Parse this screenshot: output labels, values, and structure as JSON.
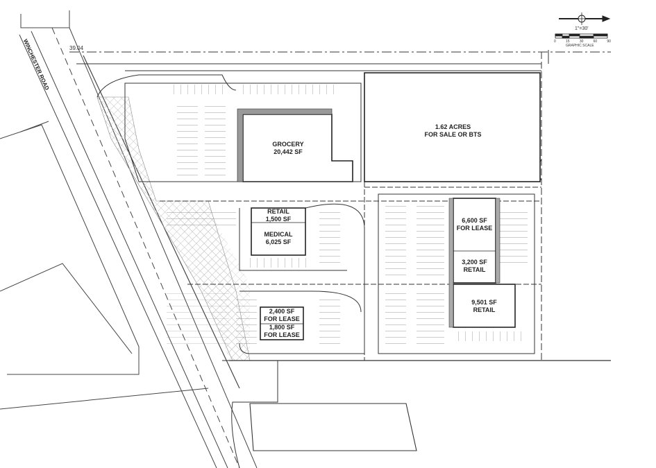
{
  "road_name": "WINCHESTER ROAD",
  "elevation_note": "39.04",
  "north_arrow": {
    "icon": "north-arrow-icon"
  },
  "scale": {
    "ratio": "1\"=30'",
    "ticks": [
      "0",
      "15",
      "30",
      "60",
      "90"
    ],
    "caption": "GRAPHIC SCALE"
  },
  "buildings": [
    {
      "id": "grocery",
      "lines": [
        "GROCERY",
        "20,442 SF"
      ]
    },
    {
      "id": "parcel",
      "lines": [
        "1.62 ACRES",
        "FOR SALE OR BTS"
      ]
    },
    {
      "id": "retail-1500",
      "lines": [
        "RETAIL",
        "1,500 SF"
      ]
    },
    {
      "id": "medical",
      "lines": [
        "MEDICAL",
        "6,025 SF"
      ]
    },
    {
      "id": "lease-2400",
      "lines": [
        "2,400 SF",
        "FOR LEASE"
      ]
    },
    {
      "id": "lease-1800",
      "lines": [
        "1,800 SF",
        "FOR LEASE"
      ]
    },
    {
      "id": "lease-6600",
      "lines": [
        "6,600 SF",
        "FOR LEASE"
      ]
    },
    {
      "id": "retail-3200",
      "lines": [
        "3,200 SF",
        "RETAIL"
      ]
    },
    {
      "id": "retail-9501",
      "lines": [
        "9,501 SF",
        "RETAIL"
      ]
    }
  ],
  "colors": {
    "line": "#333333",
    "hatch": "#bbbbbb",
    "fill": "#ffffff"
  }
}
